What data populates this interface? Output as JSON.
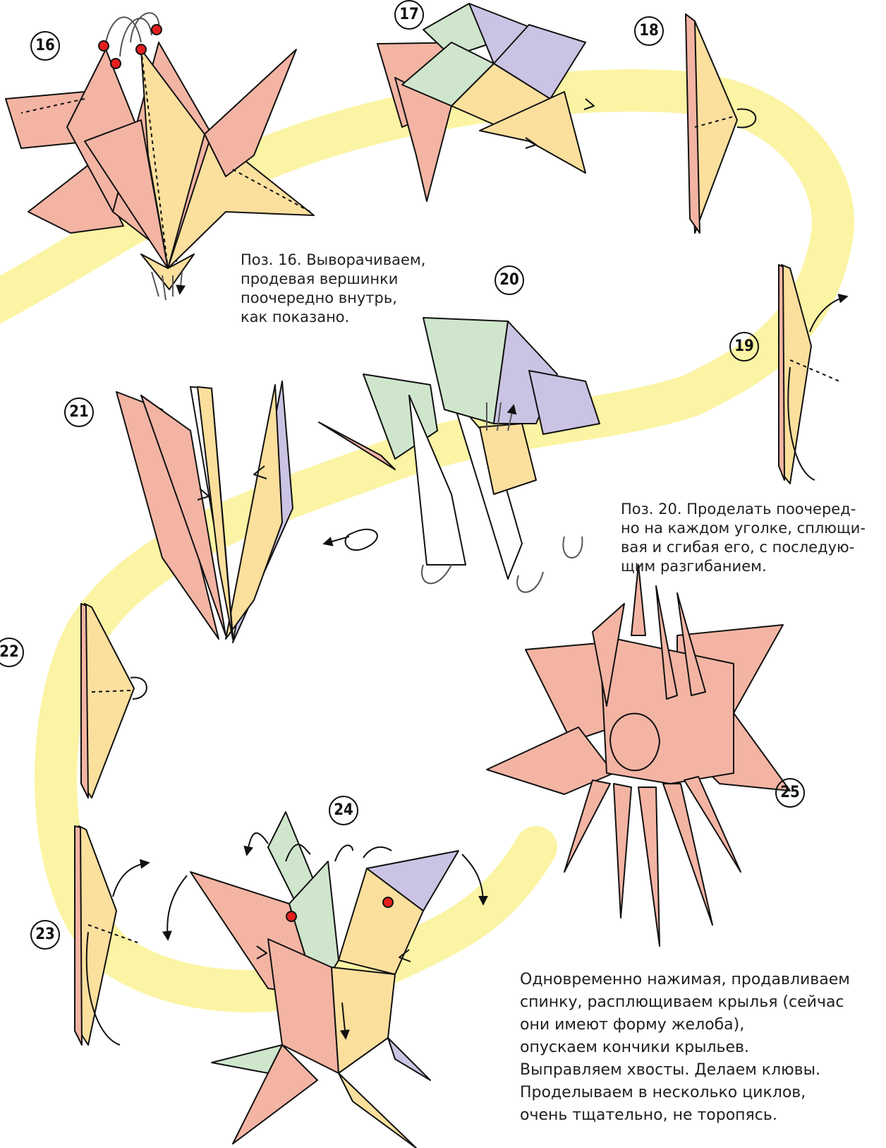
{
  "colors": {
    "ribbon": "#fbf4a4",
    "pink": "#f3b4a3",
    "yellow": "#fbdf9d",
    "green": "#cfe6cd",
    "lilac": "#cbc3e3",
    "outline": "#111111",
    "red_dot": "#e51f1f"
  },
  "steps": {
    "s16": "16",
    "s17": "17",
    "s18": "18",
    "s19": "19",
    "s20": "20",
    "s21": "21",
    "s22": "22",
    "s23": "23",
    "s24": "24",
    "s25": "25"
  },
  "notes": {
    "step16": [
      "Поз. 16. Выворачиваем,",
      "продевая вершинки",
      "поочередно внутрь,",
      "как показано."
    ],
    "step20": [
      "Поз. 20. Проделать поочеред-",
      "но на каждом уголке, сплющи-",
      "вая и сгибая его, с последую-",
      "щим разгибанием."
    ],
    "final": [
      "Одновременно нажимая, продавливаем",
      "спинку, расплющиваем крылья (сейчас",
      "они имеют форму желоба),",
      "опускаем кончики крыльев.",
      "Выправляем хвосты. Делаем клювы.",
      "Проделываем в несколько циклов,",
      "очень тщательно, не торопясь."
    ]
  }
}
